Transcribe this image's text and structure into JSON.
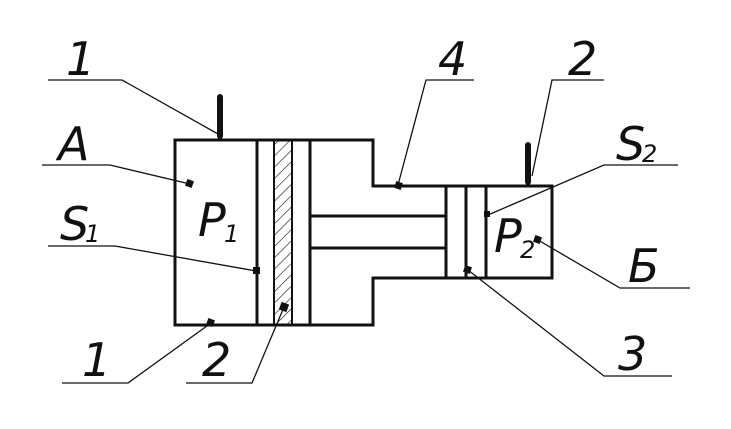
{
  "labels": {
    "top_left_1": "1",
    "top_mid_4": "4",
    "top_right_2": "2",
    "A": "А",
    "S1": "S",
    "S1_sub": "1",
    "S2": "S",
    "S2_sub": "2",
    "P1": "P",
    "P1_sub": "1",
    "P2": "P",
    "P2_sub": "2",
    "B": "Б",
    "bottom_left_1": "1",
    "bottom_mid_2": "2",
    "bottom_right_3": "3"
  },
  "colors": {
    "ink": "#111111",
    "background": "#ffffff"
  }
}
